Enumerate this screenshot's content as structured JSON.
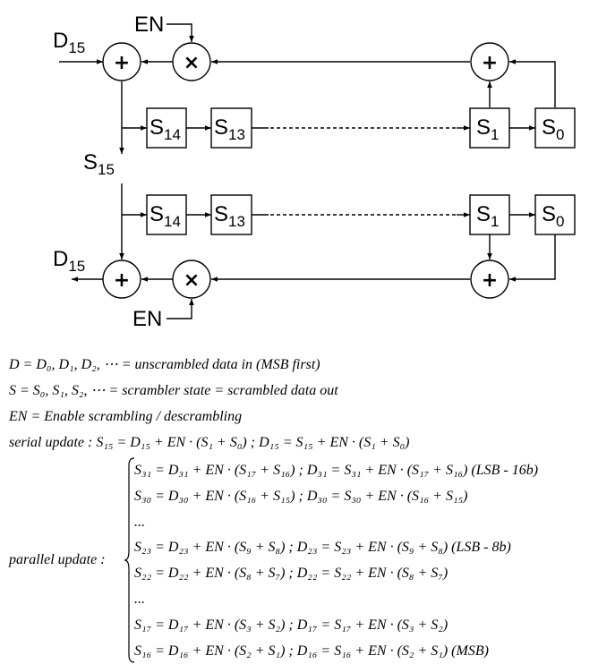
{
  "diagram": {
    "top": {
      "input_label": {
        "main": "D",
        "sub": "15"
      },
      "enable_label": "EN",
      "output_label": {
        "main": "S",
        "sub": "15"
      },
      "registers": [
        {
          "main": "S",
          "sub": "14"
        },
        {
          "main": "S",
          "sub": "13"
        },
        {
          "main": "S",
          "sub": "1"
        },
        {
          "main": "S",
          "sub": "0"
        }
      ]
    },
    "bottom": {
      "output_label": {
        "main": "D",
        "sub": "15"
      },
      "enable_label": "EN",
      "registers": [
        {
          "main": "S",
          "sub": "14"
        },
        {
          "main": "S",
          "sub": "13"
        },
        {
          "main": "S",
          "sub": "1"
        },
        {
          "main": "S",
          "sub": "0"
        }
      ]
    },
    "operators": {
      "xor": "+",
      "and": "×"
    }
  },
  "equations": {
    "definitions": [
      "D = D₀, D₁, D₂, ⋯ = unscrambled data in   (MSB  first)",
      "S = S₀, S₁, S₂, ⋯ = scrambler state = scrambled data out",
      "EN = Enable scrambling / descrambling",
      "serial update : S₁₅ = D₁₅ + EN · (S₁ + S₀) ; D₁₅ = S₁₅ + EN · (S₁ + S₀)"
    ],
    "parallel_label": "parallel update :",
    "parallel_lines": [
      "S₃₁ = D₃₁ + EN · (S₁₇ + S₁₆) ; D₃₁ = S₃₁ + EN · (S₁₇ + S₁₆)   (LSB - 16b)",
      "S₃₀ = D₃₀ + EN · (S₁₆ + S₁₅) ; D₃₀ = S₃₀ + EN · (S₁₆ + S₁₅)",
      "...",
      "S₂₃ = D₂₃ + EN · (S₉ + S₈) ; D₂₃ = S₂₃ + EN · (S₉ + S₈)   (LSB - 8b)",
      "S₂₂ = D₂₂ + EN · (S₈ + S₇) ; D₂₂ = S₂₂ + EN · (S₈ + S₇)",
      "...",
      "S₁₇ = D₁₇ + EN · (S₃ + S₂) ; D₁₇ = S₁₇ + EN · (S₃ + S₂)",
      "S₁₆ = D₁₆ + EN · (S₂ + S₁) ; D₁₆ = S₁₆ + EN · (S₂ + S₁)   (MSB)"
    ]
  }
}
